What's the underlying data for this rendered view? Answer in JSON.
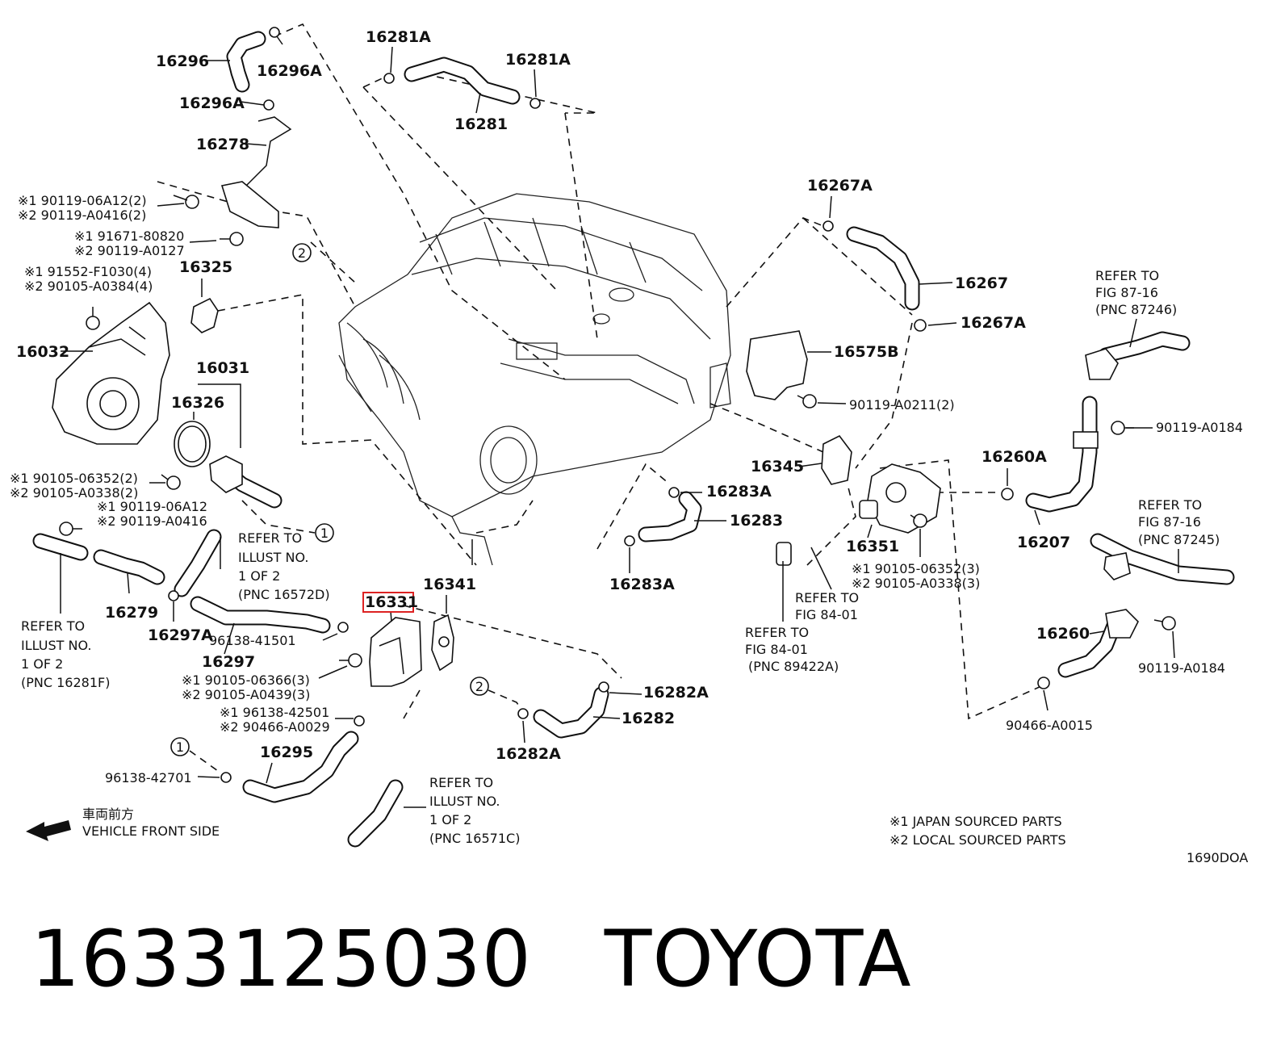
{
  "labels": {
    "p16296": "16296",
    "p16296A_top": "16296A",
    "p16296A_mid": "16296A",
    "p16278": "16278",
    "n1_190119_06A12": "※1 90119-06A12(2)",
    "n2_290119_A0416": "※2 90119-A0416(2)",
    "n1_191671_80820": "※1 91671-80820",
    "n2_290119_A0127": "※2 90119-A0127",
    "n1_191552_F1030": "※1 91552-F1030(4)",
    "n2_290105_A0384": "※2 90105-A0384(4)",
    "p16325": "16325",
    "p16032": "16032",
    "p16031": "16031",
    "p16326": "16326",
    "n1_190105_06352": "※1 90105-06352(2)",
    "n2_290105_A0338": "※2 90105-A0338(2)",
    "n1_190119_06A12b": "※1 90119-06A12",
    "n2_290119_A0416b": "※2 90119-A0416",
    "p16279": "16279",
    "p16297A": "16297A",
    "p16297": "16297",
    "p96138_41501": "96138-41501",
    "n1_190105_06366": "※1 90105-06366(3)",
    "n2_290105_A0439": "※2 90105-A0439(3)",
    "n1_196138_42501": "※1 96138-42501",
    "n2_290466_A0029": "※2 90466-A0029",
    "p16295": "16295",
    "p96138_42701": "96138-42701",
    "p16281A_left": "16281A",
    "p16281A_right": "16281A",
    "p16281": "16281",
    "p16331": "16331",
    "p16341": "16341",
    "p16283A_top": "16283A",
    "p16283": "16283",
    "p16283A_bottom": "16283A",
    "p16282A_right": "16282A",
    "p16282": "16282",
    "p16282A_bottom": "16282A",
    "p16267A_top": "16267A",
    "p16267": "16267",
    "p16267A_bottom": "16267A",
    "p16575B": "16575B",
    "p90119_A0211": "90119-A0211(2)",
    "p16345": "16345",
    "p16351": "16351",
    "n1_190105_06352c": "※1 90105-06352(3)",
    "n2_290105_A0338c": "※2 90105-A0338(3)",
    "p16260A": "16260A",
    "p16207": "16207",
    "p90119_A0184_top": "90119-A0184",
    "p16260": "16260",
    "p90119_A0184_bottom": "90119-A0184",
    "p90466_A0015": "90466-A0015",
    "diagram_code": "1690DOA"
  },
  "refs": {
    "ref_illust_16572D": [
      "REFER TO",
      "ILLUST NO.",
      "1 OF 2",
      "(PNC 16572D)"
    ],
    "ref_illust_16281F": [
      "REFER TO",
      "ILLUST NO.",
      "1 OF 2",
      "(PNC 16281F)"
    ],
    "ref_illust_16571C": [
      "REFER TO",
      "ILLUST NO.",
      "1 OF 2",
      "(PNC 16571C)"
    ],
    "ref_fig_87246": [
      "REFER TO",
      "FIG 87-16",
      "(PNC 87246)"
    ],
    "ref_fig_87245": [
      "REFER TO",
      "FIG 87-16",
      "(PNC 87245)"
    ],
    "ref_fig_84_01_a": [
      "REFER TO",
      "FIG 84-01"
    ],
    "ref_fig_84_01_b": [
      "REFER TO",
      "FIG 84-01",
      "(PNC 89422A)"
    ]
  },
  "circles": {
    "c1a": "1",
    "c1b": "1",
    "c2a": "2",
    "c2b": "2"
  },
  "legend": {
    "jp_front": "車両前方",
    "vehicle_front": "VEHICLE FRONT SIDE",
    "note1": "※1 JAPAN SOURCED PARTS",
    "note2": "※2 LOCAL SOURCED PARTS"
  },
  "footer": {
    "part_number": "1633125030",
    "brand": "TOYOTA"
  },
  "colors": {
    "highlight": "#dd2222",
    "ink": "#111111"
  }
}
